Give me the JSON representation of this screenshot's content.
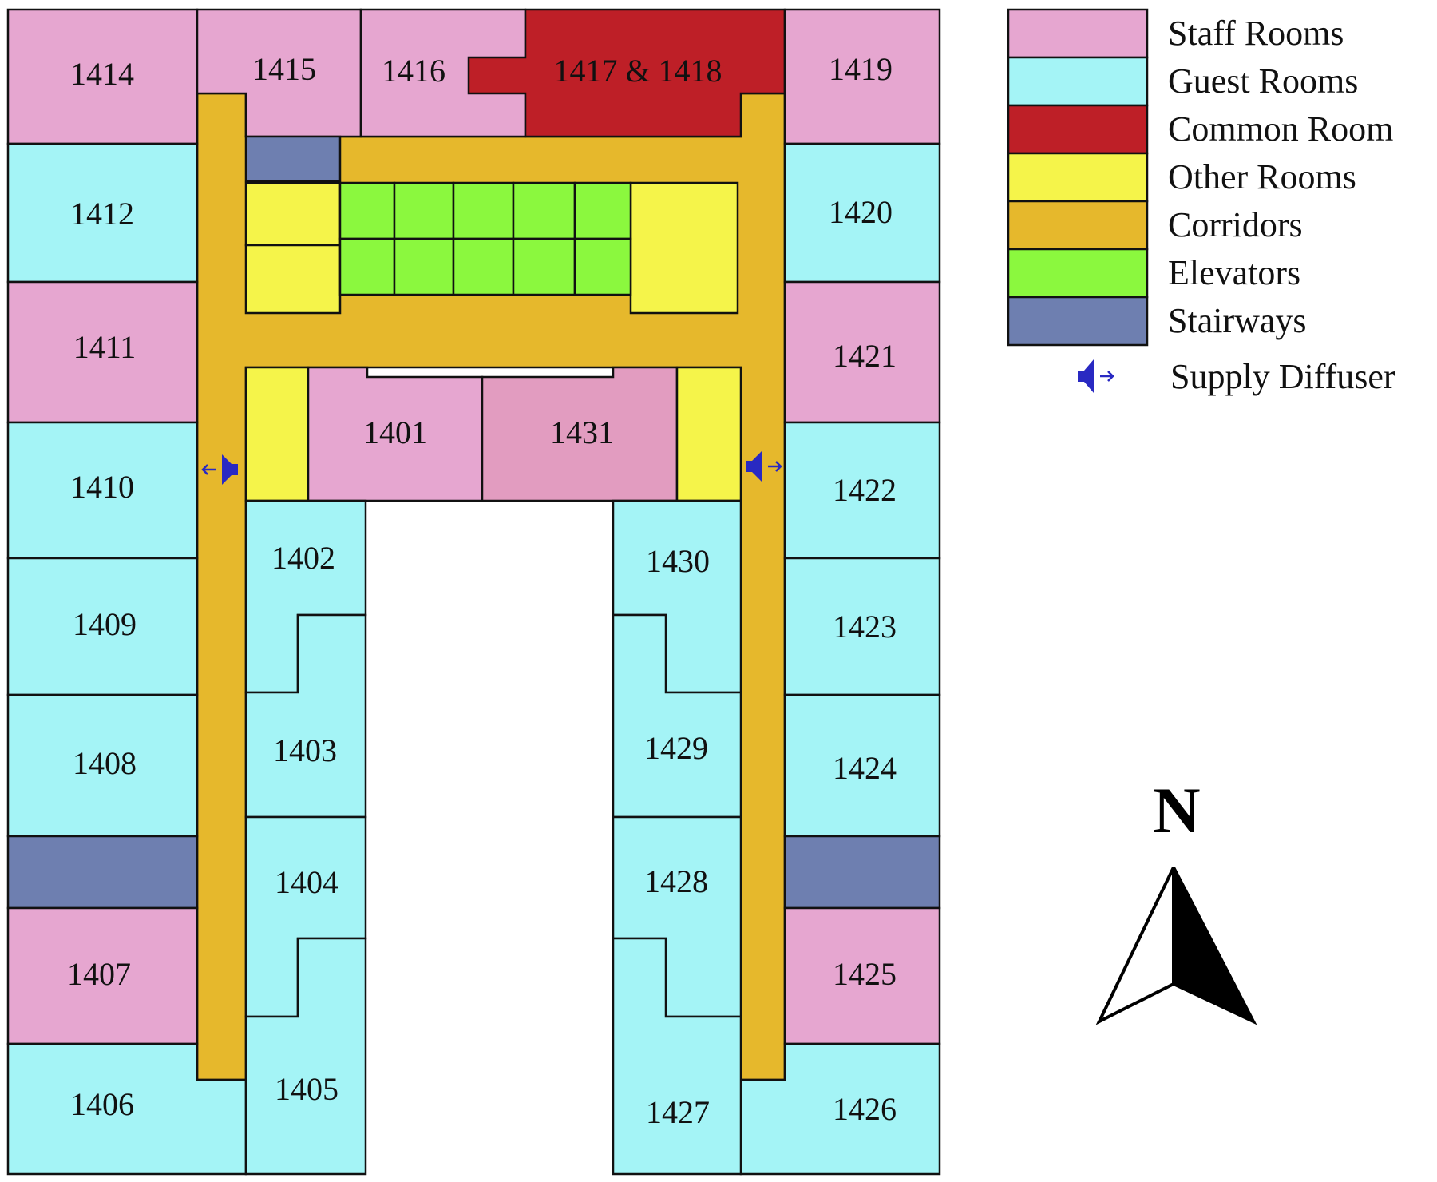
{
  "colors": {
    "staff": "#e6a6d0",
    "staff_dark": "#e29cc0",
    "guest": "#a4f4f6",
    "common": "#be1f27",
    "other": "#f5f44a",
    "corridor": "#e6b82c",
    "elevator": "#8bf83e",
    "stair": "#6e7fb0",
    "diffuser": "#2929c2",
    "line": "#111111"
  },
  "legend": [
    {
      "label": "Staff Rooms",
      "color": "#e6a6d0"
    },
    {
      "label": "Guest Rooms",
      "color": "#a4f4f6"
    },
    {
      "label": "Common Room",
      "color": "#be1f27"
    },
    {
      "label": "Other Rooms",
      "color": "#f5f44a"
    },
    {
      "label": "Corridors",
      "color": "#e6b82c"
    },
    {
      "label": "Elevators",
      "color": "#8bf83e"
    },
    {
      "label": "Stairways",
      "color": "#6e7fb0"
    }
  ],
  "legend_diffuser_label": "Supply Diffuser",
  "north_label": "N",
  "rooms": {
    "r1414": "1414",
    "r1415": "1415",
    "r1416": "1416",
    "r1417": "1417 & 1418",
    "r1419": "1419",
    "r1412": "1412",
    "r1411": "1411",
    "r1410": "1410",
    "r1409": "1409",
    "r1408": "1408",
    "r1407": "1407",
    "r1406": "1406",
    "r1420": "1420",
    "r1421": "1421",
    "r1422": "1422",
    "r1423": "1423",
    "r1424": "1424",
    "r1425": "1425",
    "r1426": "1426",
    "r1401": "1401",
    "r1431": "1431",
    "r1402": "1402",
    "r1403": "1403",
    "r1404": "1404",
    "r1405": "1405",
    "r1430": "1430",
    "r1429": "1429",
    "r1428": "1428",
    "r1427": "1427"
  }
}
